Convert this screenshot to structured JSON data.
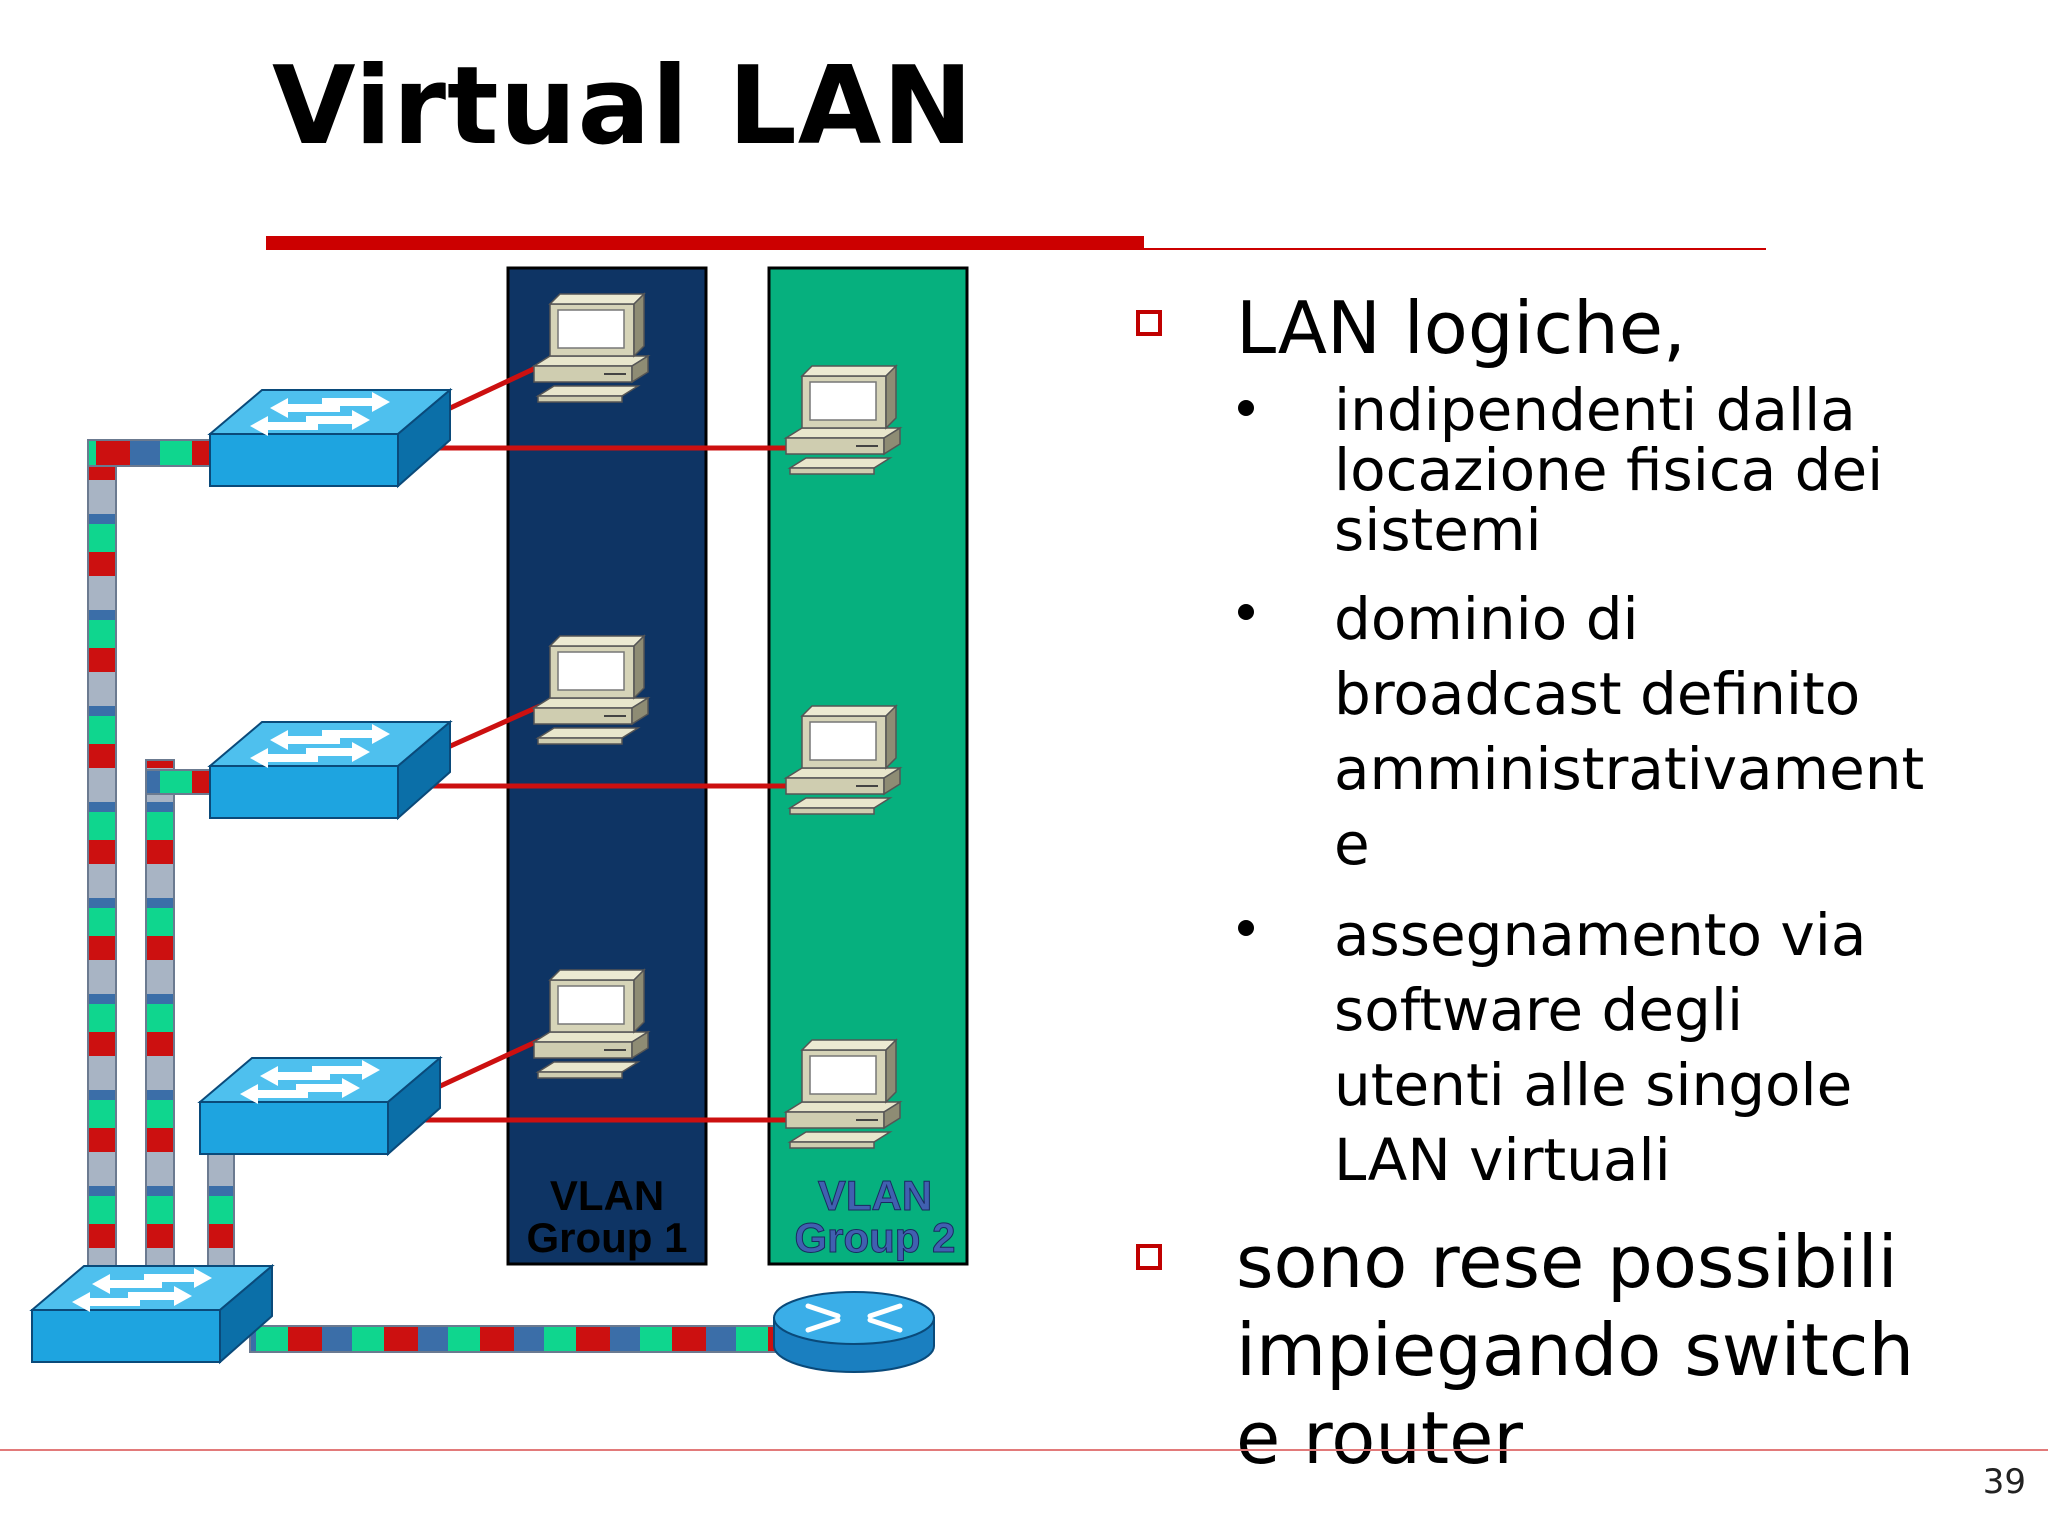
{
  "slide": {
    "title": "Virtual LAN",
    "page_number": "39"
  },
  "diagram": {
    "vlan_group_1": {
      "line1": "VLAN",
      "line2": "Group 1",
      "color": "#0e3464"
    },
    "vlan_group_2": {
      "line1": "VLAN",
      "line2": "Group 2",
      "color": "#06b07e"
    },
    "colors": {
      "switch": "#1ea4e0",
      "link": "#cc1010",
      "router": "#1a7fc0",
      "accent": "#cc0000"
    },
    "icons": [
      "switch-icon",
      "computer-icon",
      "router-icon"
    ]
  },
  "content": {
    "point1": {
      "text": "LAN logiche,",
      "sub": [
        {
          "lines": [
            "indipendenti dalla",
            "locazione fisica dei",
            "sistemi"
          ]
        },
        {
          "lines": [
            "dominio di",
            "broadcast definito",
            "amministrativament",
            "e"
          ]
        },
        {
          "lines": [
            "assegnamento via",
            "software degli",
            "utenti alle singole",
            "LAN virtuali"
          ]
        }
      ]
    },
    "point2": {
      "lines": [
        "sono rese possibili",
        "impiegando switch",
        "e router"
      ]
    }
  }
}
